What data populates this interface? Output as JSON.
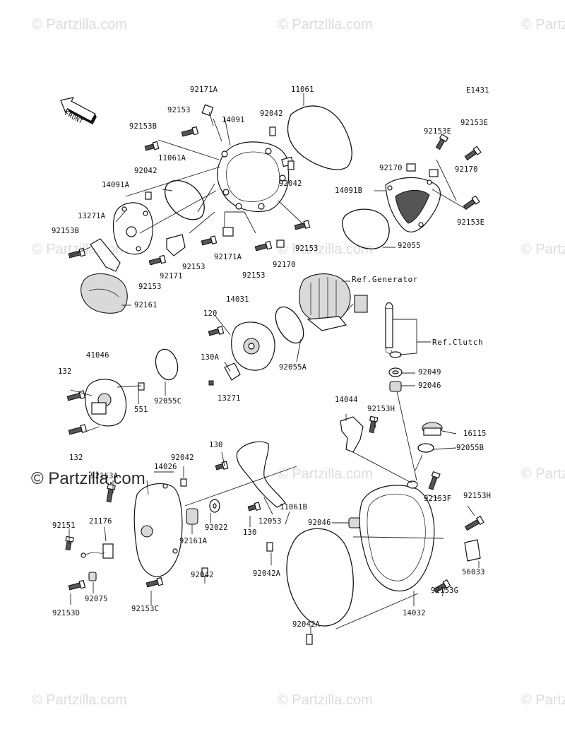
{
  "diagram_code": "E1431",
  "front_label": "FRONT",
  "watermark": "© Partzilla.com",
  "watermark_main": "© Partzilla.com",
  "refs": {
    "generator": "Ref.Generator",
    "clutch": "Ref.Clutch"
  },
  "labels": {
    "l92171A_top": "92171A",
    "l11061_top": "11061",
    "l92042_a": "92042",
    "l92153_a": "92153",
    "l14091": "14091",
    "l92153B_a": "92153B",
    "l11061A": "11061A",
    "l92042_b": "92042",
    "l14091A": "14091A",
    "l92042_c": "92042",
    "l13271A": "13271A",
    "l92153B_b": "92153B",
    "l92171": "92171",
    "l92153_b": "92153",
    "l92171A_b": "92171A",
    "l92153_c": "92153",
    "l92153_d": "92153",
    "l92170_a": "92170",
    "l92153_e": "92153",
    "l92161": "92161",
    "l92153E_a": "92153E",
    "l92153E_b": "92153E",
    "l92170_b": "92170",
    "l92170_c": "92170",
    "l14091B": "14091B",
    "l92153E_c": "92153E",
    "l92055": "92055",
    "l14031": "14031",
    "l120": "120",
    "l130A": "130A",
    "l13271": "13271",
    "l92055A": "92055A",
    "l41046": "41046",
    "l132_a": "132",
    "l92055C": "92055C",
    "l551": "551",
    "l132_b": "132",
    "l92049": "92049",
    "l92046_a": "92046",
    "l14044": "14044",
    "l92153H_a": "92153H",
    "l16115": "16115",
    "l92055B": "92055B",
    "l130_a": "130",
    "l14026": "14026",
    "l92042_d": "92042",
    "l92153A": "92153A",
    "l92153F": "92153F",
    "l92153H_b": "92153H",
    "l11061B": "11061B",
    "l92046_b": "92046",
    "l92022": "92022",
    "l92151": "92151",
    "l21176": "21176",
    "l92161A": "92161A",
    "l130_b": "130",
    "l12053": "12053",
    "l92042A_a": "92042A",
    "l56033": "56033",
    "l92042_e": "92042",
    "l92075": "92075",
    "l92153D": "92153D",
    "l92153C": "92153C",
    "l92153G": "92153G",
    "l14032": "14032",
    "l92042A_b": "92042A"
  }
}
